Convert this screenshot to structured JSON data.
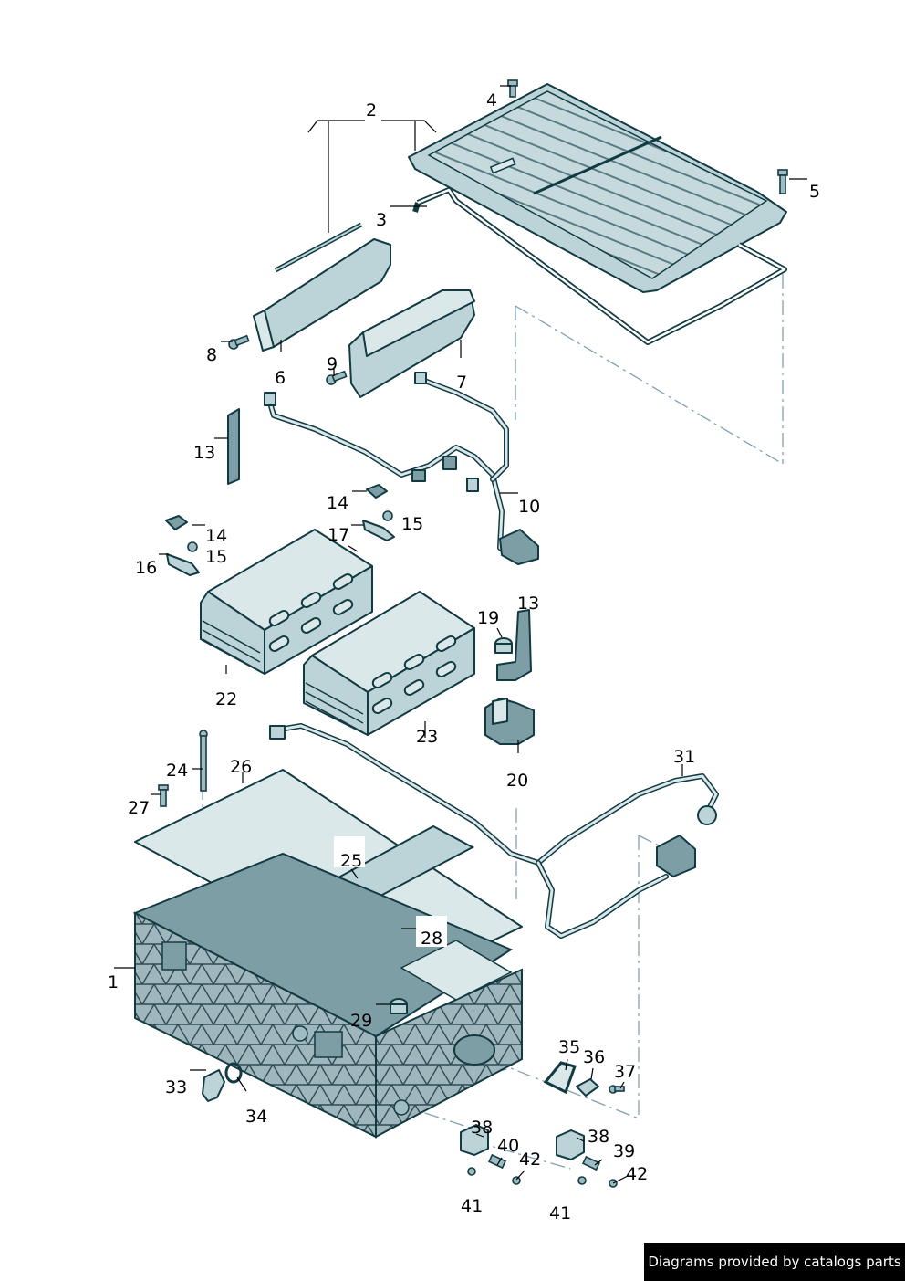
{
  "callouts": {
    "c1": "1",
    "c2": "2",
    "c3": "3",
    "c4": "4",
    "c5": "5",
    "c6": "6",
    "c7": "7",
    "c8": "8",
    "c9": "9",
    "c10": "10",
    "c13a": "13",
    "c13b": "13",
    "c14a": "14",
    "c14b": "14",
    "c15a": "15",
    "c15b": "15",
    "c16": "16",
    "c17": "17",
    "c19": "19",
    "c20": "20",
    "c22": "22",
    "c23": "23",
    "c24": "24",
    "c25": "25",
    "c26": "26",
    "c27": "27",
    "c28": "28",
    "c29": "29",
    "c31": "31",
    "c33": "33",
    "c34": "34",
    "c35": "35",
    "c36": "36",
    "c37": "37",
    "c38a": "38",
    "c38b": "38",
    "c39": "39",
    "c40": "40",
    "c41a": "41",
    "c41b": "41",
    "c42a": "42",
    "c42b": "42"
  },
  "footer": {
    "text": "Diagrams provided by catalogs parts"
  },
  "colors": {
    "part_fill": "#bcd4d8",
    "outline": "#123a42",
    "dash_line": "#7fa0b4"
  }
}
